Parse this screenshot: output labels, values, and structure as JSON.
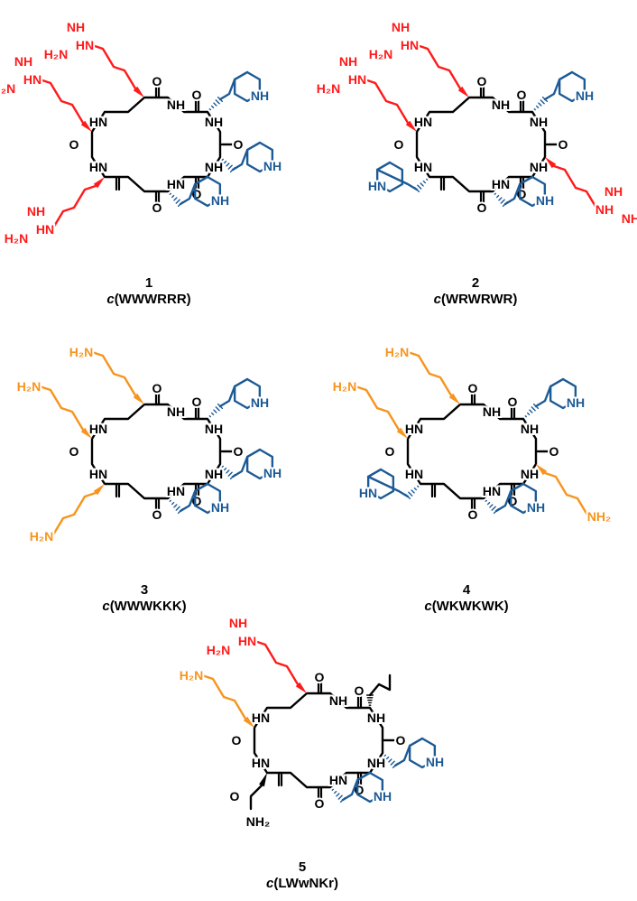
{
  "colors": {
    "backbone": "#000000",
    "arginine": "#ff1a1a",
    "lysine": "#f7941d",
    "tryptophan": "#1c5a96"
  },
  "labels": {
    "NH": "NH",
    "HN": "HN",
    "O": "O",
    "H2N": "H₂N",
    "NH2": "NH₂",
    "HN_eq": "HN",
    "NH_eq": "NH"
  },
  "compounds": [
    {
      "number": "1",
      "prefix": "c",
      "sequence": "(WWWRRR)",
      "sidechains": [
        "arginine",
        "tryptophan",
        "tryptophan",
        "tryptophan",
        "arginine",
        "arginine"
      ]
    },
    {
      "number": "2",
      "prefix": "c",
      "sequence": "(WRWRWR)",
      "sidechains": [
        "arginine",
        "tryptophan",
        "arginine",
        "tryptophan",
        "tryptophan",
        "arginine"
      ]
    },
    {
      "number": "3",
      "prefix": "c",
      "sequence": "(WWWKKK)",
      "sidechains": [
        "lysine",
        "tryptophan",
        "tryptophan",
        "tryptophan",
        "lysine",
        "lysine"
      ]
    },
    {
      "number": "4",
      "prefix": "c",
      "sequence": "(WKWKWK)",
      "sidechains": [
        "lysine",
        "tryptophan",
        "lysine",
        "tryptophan",
        "tryptophan",
        "lysine"
      ]
    },
    {
      "number": "5",
      "prefix": "c",
      "sequence": "(LWwNKr)",
      "sidechains": [
        "arginine",
        "leucine",
        "tryptophan",
        "tryptophan",
        "asparagine",
        "lysine"
      ]
    }
  ]
}
